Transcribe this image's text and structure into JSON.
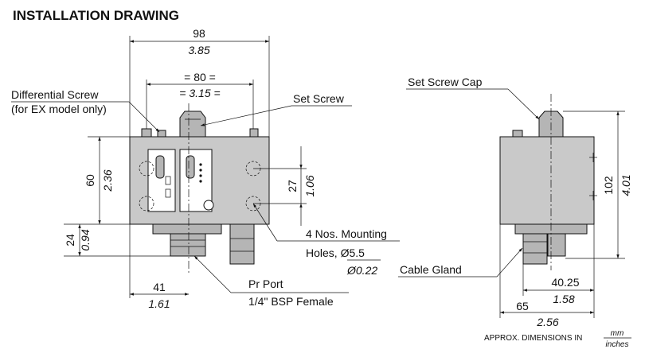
{
  "title": "INSTALLATION DRAWING",
  "front_view": {
    "dim_width_mm": "98",
    "dim_width_in": "3.85",
    "dim_mount_mm": "= 80 =",
    "dim_mount_in": "= 3.15 =",
    "dim_height_mm": "60",
    "dim_height_in": "2.36",
    "dim_holes_mm": "27",
    "dim_holes_in": "1.06",
    "dim_base_mm": "24",
    "dim_base_in": "0.94",
    "dim_port_mm": "41",
    "dim_port_in": "1.61"
  },
  "labels": {
    "differential_screw_1": "Differential Screw",
    "differential_screw_2": "(for EX model only)",
    "set_screw": "Set Screw",
    "mounting_1": "4 Nos. Mounting",
    "mounting_2": "Holes, Ø5.5",
    "mounting_3": "Ø0.22",
    "pr_port_1": "Pr Port",
    "pr_port_2": "1/4\" BSP Female",
    "set_screw_cap": "Set Screw Cap",
    "cable_gland": "Cable Gland"
  },
  "side_view": {
    "dim_height_mm": "102",
    "dim_height_in": "4.01",
    "dim_gland_mm": "40.25",
    "dim_gland_in": "1.58",
    "dim_depth_mm": "65",
    "dim_depth_in": "2.56"
  },
  "footer": {
    "prefix": "APPROX. DIMENSIONS IN",
    "unit_top": "mm",
    "unit_bottom": "inches"
  }
}
